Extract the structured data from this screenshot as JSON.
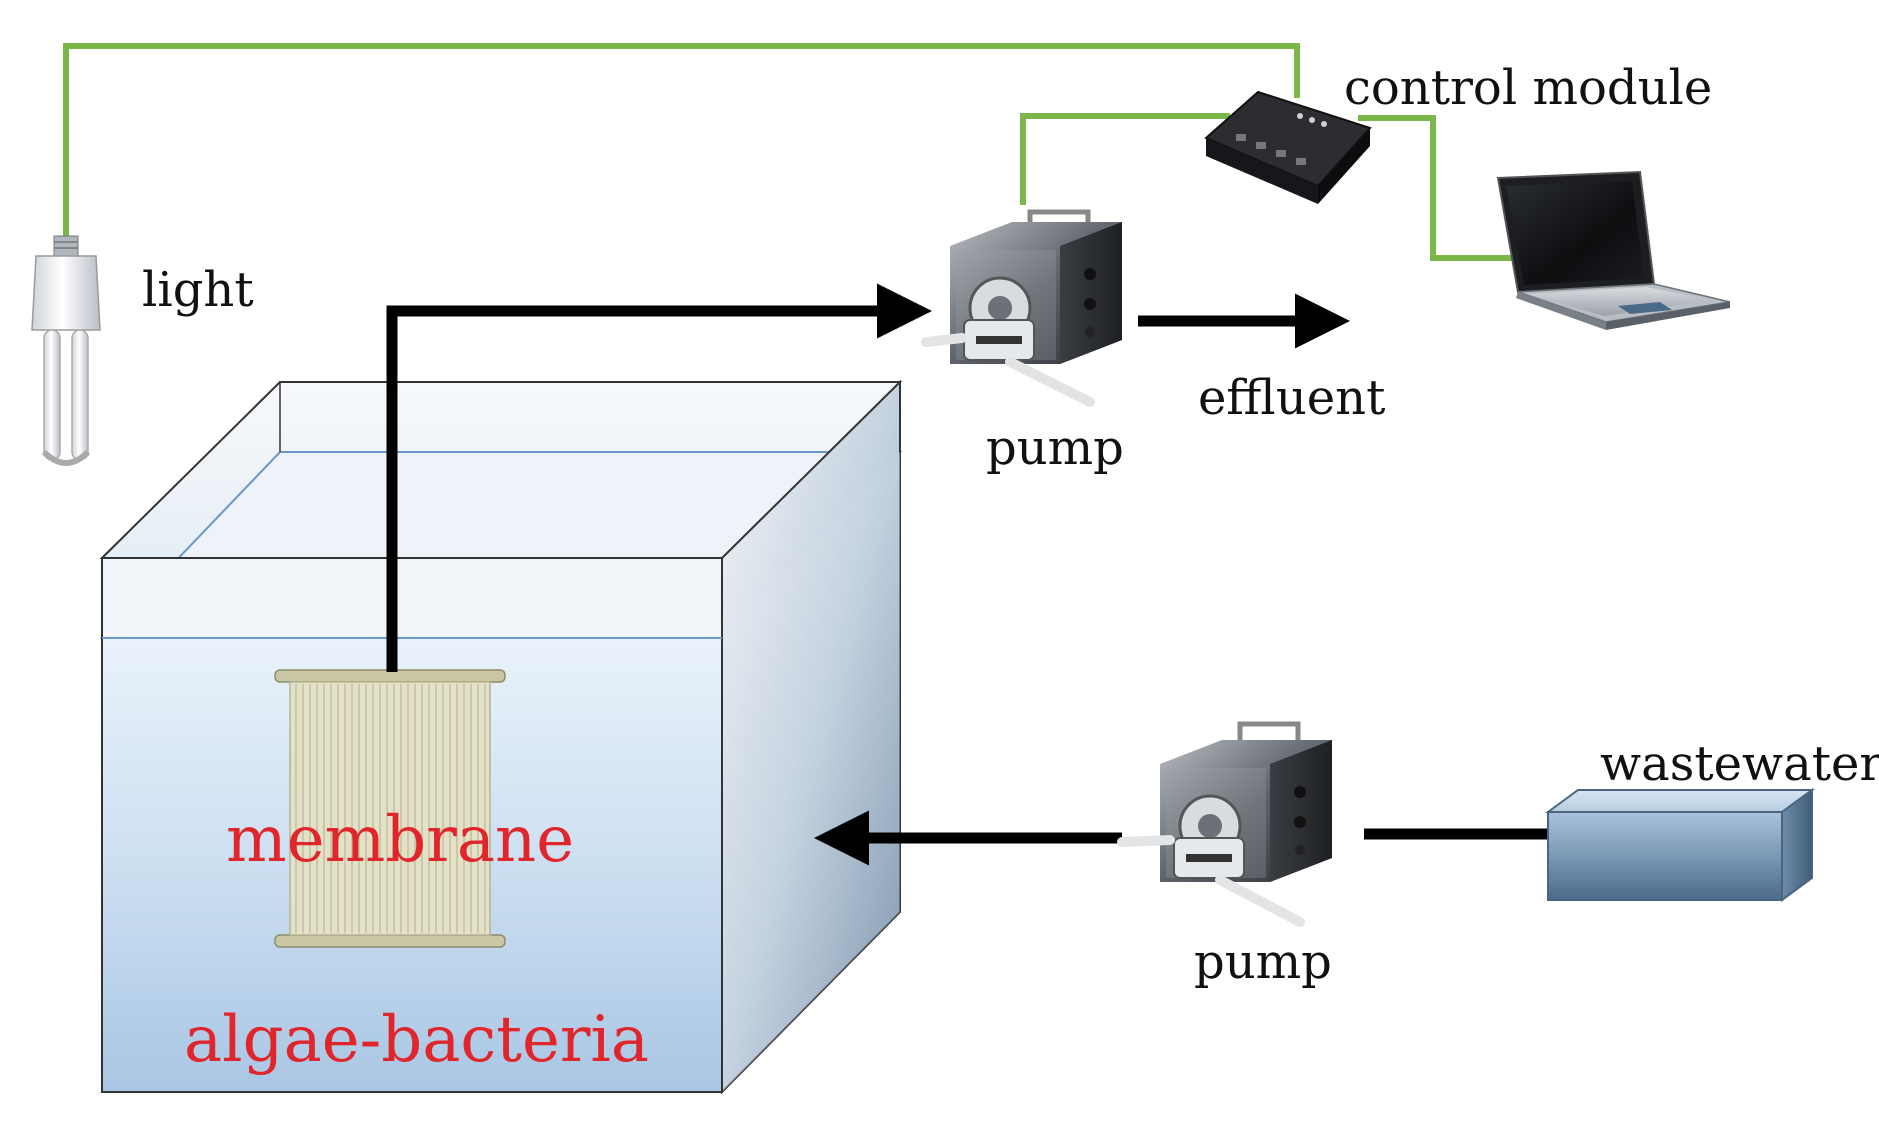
{
  "labels": {
    "control_module": "control module",
    "light": "light",
    "effluent": "effluent",
    "pump_top": "pump",
    "pump_bottom": "pump",
    "wastewater": "wastewater",
    "membrane": "membrane",
    "algae_bacteria": "algae-bacteria"
  },
  "icons": {
    "light": "light-bulb-icon",
    "pump_top": "peristaltic-pump-icon",
    "pump_bottom": "peristaltic-pump-icon",
    "control_module": "control-module-icon",
    "laptop": "laptop-icon",
    "wastewater_tank": "wastewater-tank-icon"
  },
  "colors": {
    "signal_wire": "#7ab648",
    "flow_pipe": "#000000",
    "highlight_text": "#e0252b"
  }
}
